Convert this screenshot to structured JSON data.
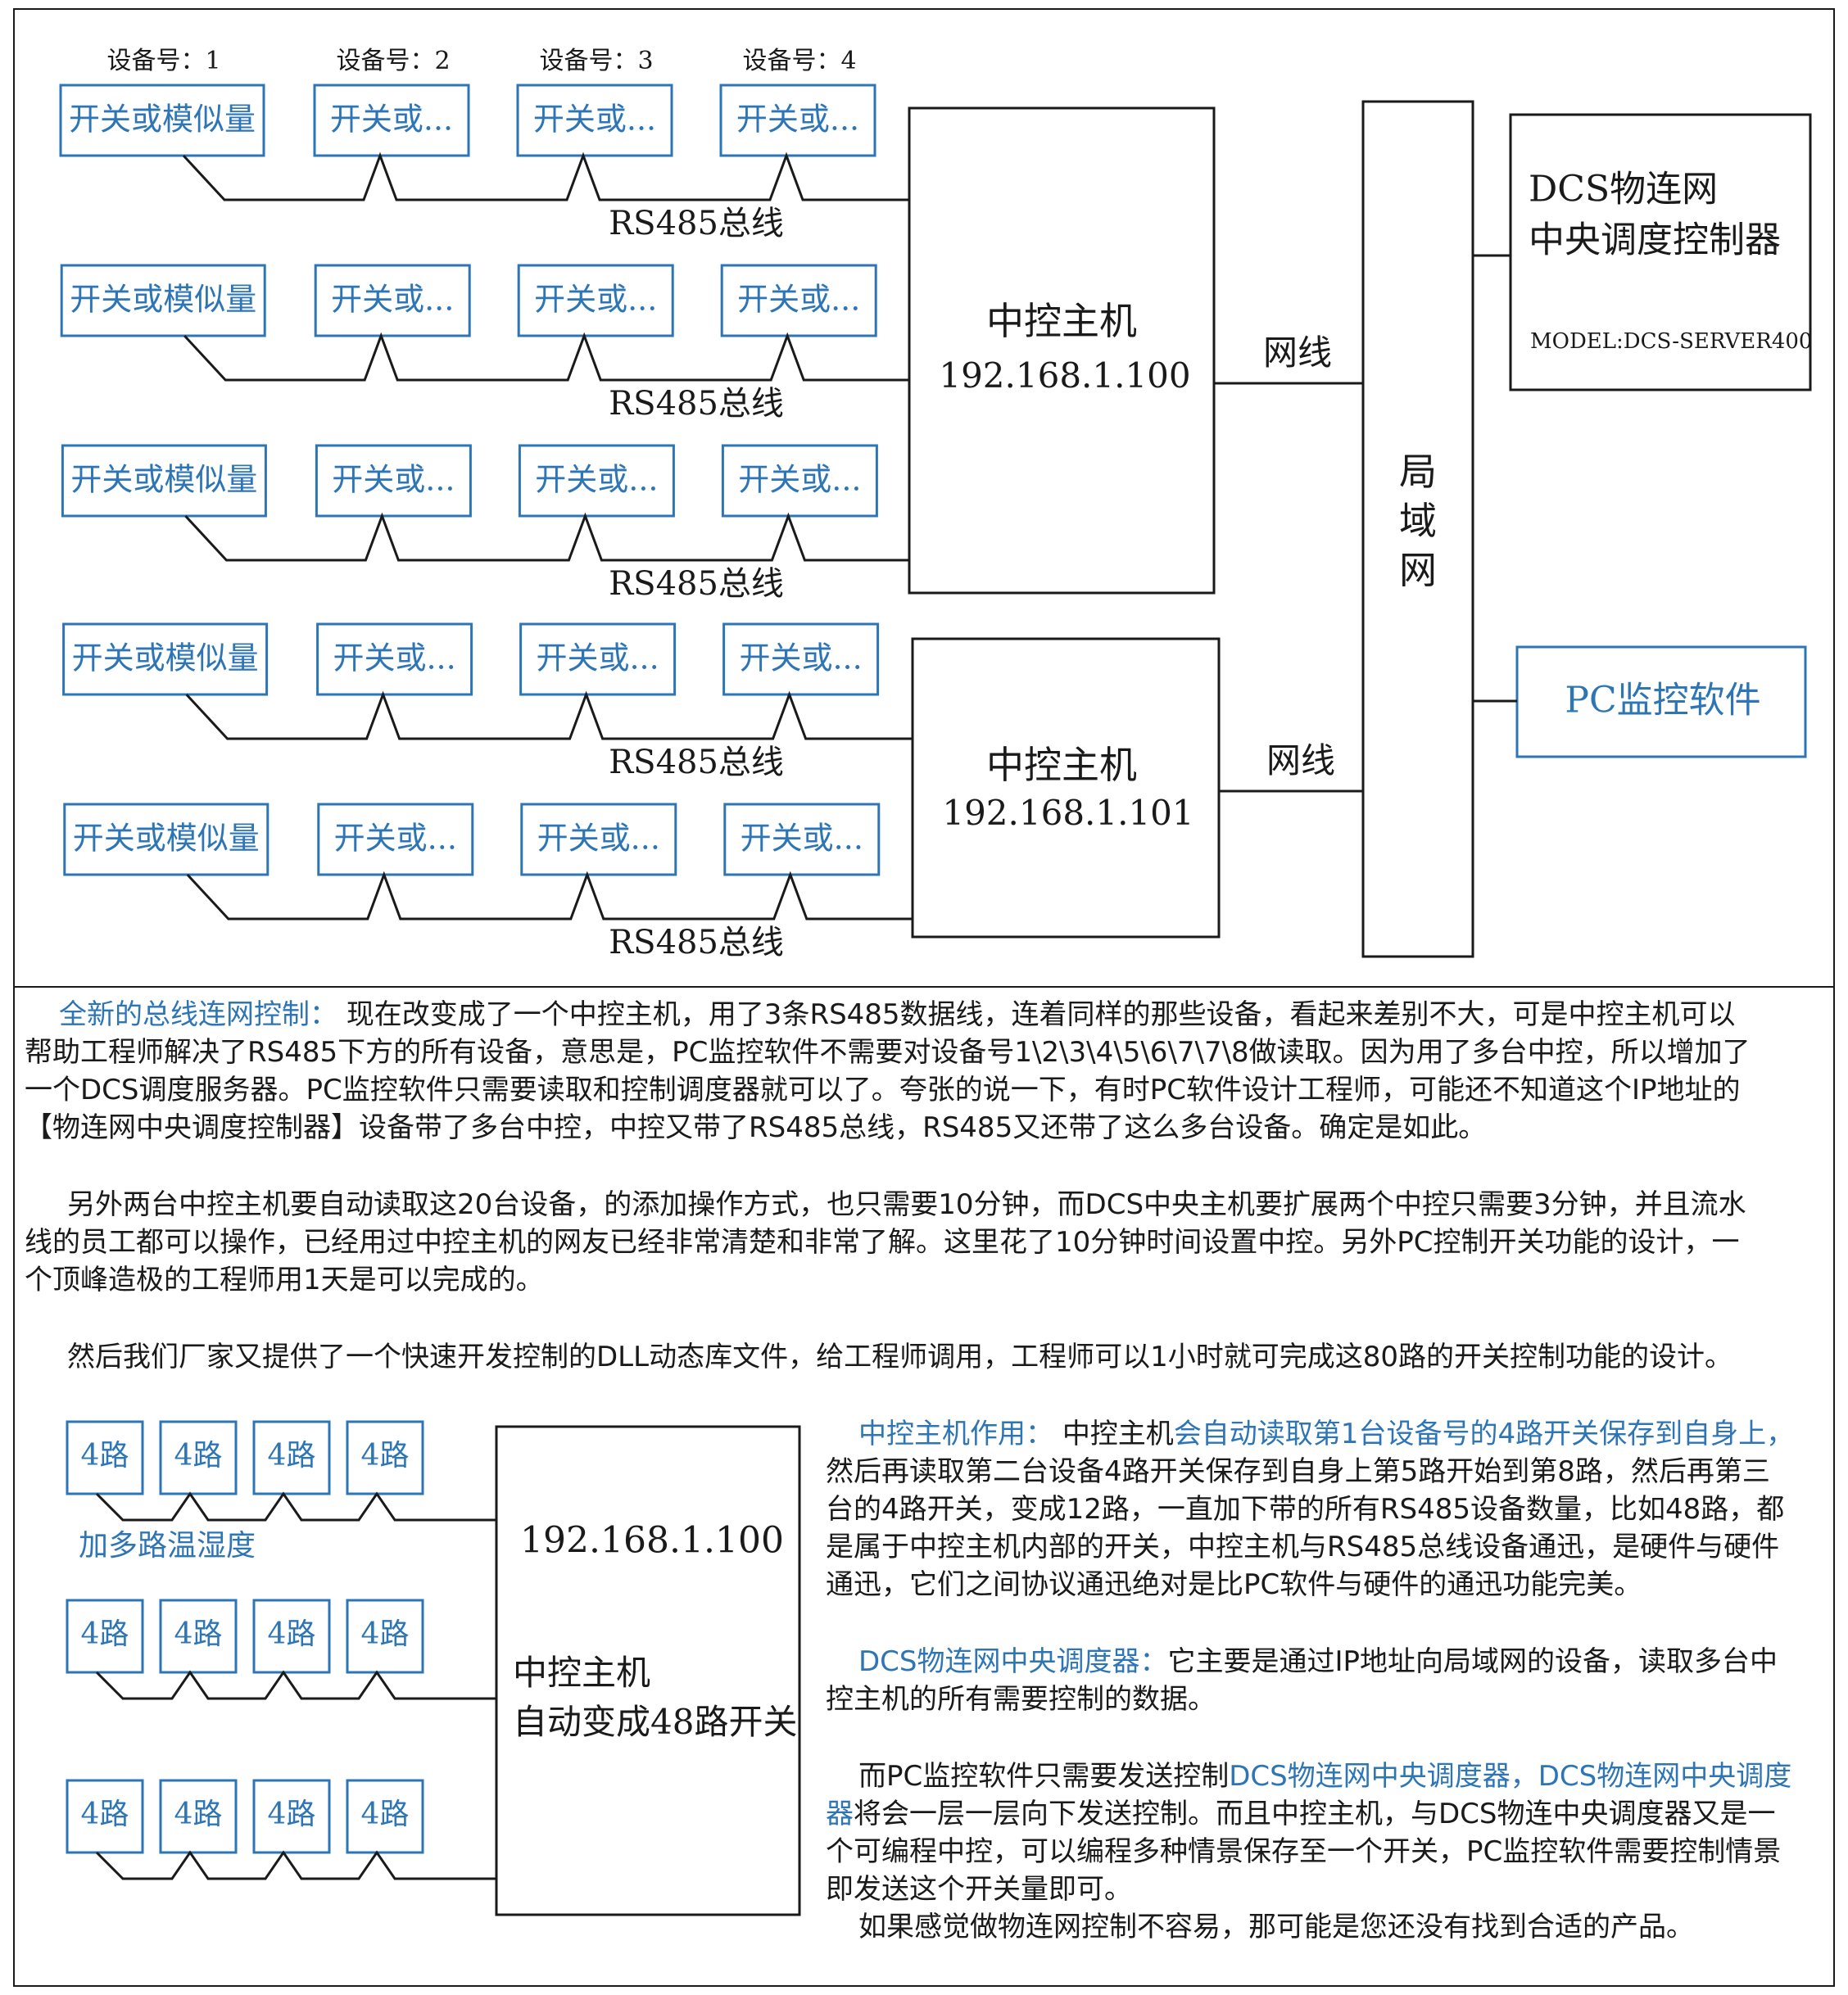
{
  "diagram_top": {
    "device_labels": [
      "设备号：1",
      "设备号：2",
      "设备号：3",
      "设备号：4"
    ],
    "box_first_label": "开关或模似量",
    "box_other_label": "开关或...",
    "bus_label": "RS485总线",
    "controllers": [
      {
        "title": "中控主机",
        "ip": "192.168.1.100"
      },
      {
        "title": "中控主机",
        "ip": "192.168.1.101"
      }
    ],
    "net_cable_label": "网线",
    "lan_label": [
      "局",
      "域",
      "网"
    ],
    "server": {
      "line1": "DCS物连网",
      "line2": "中央调度控制器",
      "model": "MODEL:DCS-SERVER400"
    },
    "pc_software": "PC监控软件"
  },
  "intro": {
    "heading": "全新的总线连网控制：",
    "p1_lines": [
      "现在改变成了一个中控主机，用了3条RS485数据线，连着同样的那些设备，看起来差别不大，可是中控主机可以",
      "帮助工程师解决了RS485下方的所有设备，意思是，PC监控软件不需要对设备号1\\2\\3\\4\\5\\6\\7\\7\\8做读取。因为用了多台中控，所以增加了",
      "一个DCS调度服务器。PC监控软件只需要读取和控制调度器就可以了。夸张的说一下，有时PC软件设计工程师，可能还不知道这个IP地址的",
      "【物连网中央调度控制器】设备带了多台中控，中控又带了RS485总线，RS485又还带了这么多台设备。确定是如此。"
    ],
    "p2_lines": [
      "另外两台中控主机要自动读取这20台设备，的添加操作方式，也只需要10分钟，而DCS中央主机要扩展两个中控只需要3分钟，并且流水",
      "线的员工都可以操作，已经用过中控主机的网友已经非常清楚和非常了解。这里花了10分钟时间设置中控。另外PC控制开关功能的设计，一",
      "个顶峰造极的工程师用1天是可以完成的。"
    ],
    "p3": "然后我们厂家又提供了一个快速开发控制的DLL动态库文件，给工程师调用，工程师可以1小时就可完成这80路的开关控制功能的设计。"
  },
  "diagram_bottom": {
    "channel_label": "4路",
    "temp_label": "加多路温湿度",
    "controller_ip": "192.168.1.100",
    "controller_line1": "中控主机",
    "controller_line2": "自动变成48路开关"
  },
  "right_text": {
    "s1_heading": "中控主机作用：",
    "s1_a": "中控主机",
    "s1_b": "会自动读取第1台设备号的4路开关保存到自身上，",
    "s1_lines": [
      "然后再读取第二台设备4路开关保存到自身上第5路开始到第8路，然后再第三",
      "台的4路开关，变成12路，一直加下带的所有RS485设备数量，比如48路，都",
      "是属于中控主机内部的开关，中控主机与RS485总线设备通迅，是硬件与硬件",
      "通迅，它们之间协议通迅绝对是比PC软件与硬件的通迅功能完美。"
    ],
    "s2_heading": "DCS物连网中央调度器：",
    "s2_a": "它主要是通过IP地址向局域网的设备，读取多台中",
    "s2_b": "控主机的所有需要控制的数据。",
    "s3_a": "而PC监控软件只需要发送控制",
    "s3_b": "DCS物连网中央调度器，DCS物连网中央调度",
    "s3_c": "器",
    "s3_d": "将会一层一层向下发送控制。而且中控主机，与DCS物连中央调度器又是一",
    "s3_lines": [
      "个可编程中控，可以编程多种情景保存至一个开关，PC监控软件需要控制情景",
      "即发送这个开关量即可。"
    ],
    "s4": "如果感觉做物连网控制不容易，那可能是您还没有找到合适的产品。"
  }
}
